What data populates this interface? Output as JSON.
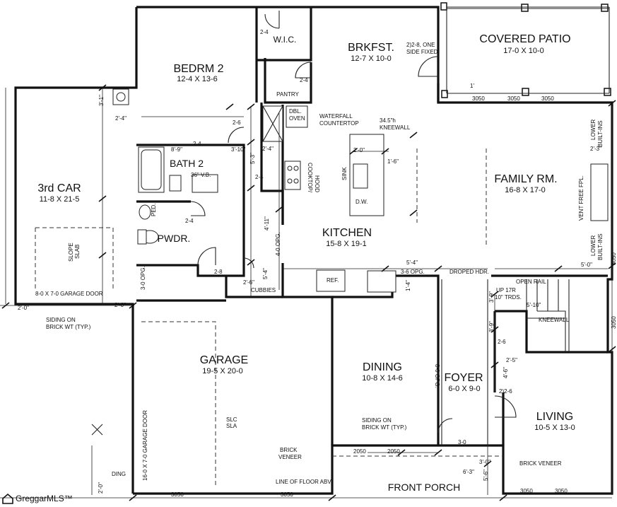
{
  "rooms": {
    "covered_patio": {
      "name": "COVERED PATIO",
      "dims": "17-0 X 10-0"
    },
    "brkfst": {
      "name": "BRKFST.",
      "dims": "12-7 X 10-0"
    },
    "bedrm2": {
      "name": "BEDRM 2",
      "dims": "12-4 X 13-6"
    },
    "wic": {
      "name": "W.I.C."
    },
    "pantry": {
      "name": "PANTRY"
    },
    "bath2": {
      "name": "BATH 2"
    },
    "pwdr": {
      "name": "PWDR."
    },
    "third_car": {
      "name": "3rd CAR",
      "dims": "11-8 X 21-5"
    },
    "family": {
      "name": "FAMILY RM.",
      "dims": "16-8 X 17-0"
    },
    "kitchen": {
      "name": "KITCHEN",
      "dims": "15-8 X 19-1"
    },
    "garage": {
      "name": "GARAGE",
      "dims": "19-5 X 20-0"
    },
    "dining": {
      "name": "DINING",
      "dims": "10-8 X 14-6"
    },
    "foyer": {
      "name": "FOYER",
      "dims": "6-0 X 9-0"
    },
    "living": {
      "name": "LIVING",
      "dims": "10-5 X 13-0"
    },
    "front_porch": {
      "name": "FRONT PORCH"
    }
  },
  "notes": {
    "one_side_fixed_1": "2)2-8, ONE",
    "one_side_fixed_2": "SIDE FIXED",
    "waterfall_1": "WATERFALL",
    "waterfall_2": "COUNTERTOP",
    "kneewall_1": "34.5\"h",
    "kneewall_2": "KNEEWALL",
    "dbl_oven_1": "DBL.",
    "dbl_oven_2": "OVEN",
    "cooktop": "COOKTOP/",
    "hood": "HOOD",
    "sink": "SINK",
    "dw": "D.W.",
    "vb": "36\" V.B.",
    "ped": "PED.",
    "lower_builtins_a_1": "LOWER",
    "lower_builtins_a_2": "BUILT-INS",
    "lower_builtins_b_1": "LOWER",
    "lower_builtins_b_2": "BUILT-INS",
    "vent_free_fpl": "VENT FREE FPL.",
    "slope": "SLOPE",
    "slab": "SLAB",
    "garage_door_3car": "8-0 X 7-0 GARAGE DOOR",
    "garage_door_main": "16-0 X 7-0 GARAGE DOOR",
    "siding_left_1": "SIDING ON",
    "siding_left_2": "BRICK WT (TYP.)",
    "siding_mid_1": "SIDING ON",
    "siding_mid_2": "BRICK WT (TYP.)",
    "brick_veneer_1": "BRICK",
    "brick_veneer_2": "VENEER",
    "brick_veneer_right": "BRICK VENEER",
    "line_of_floor": "LINE OF FLOOR ABV",
    "cubbies": "CUBBIES",
    "ref": "REF.",
    "droped_hdr": "DROPED HDR.",
    "open_rail": "OPEN RAIL",
    "up_trds_1": "UP 17R",
    "up_trds_2": "10\" TRDS.",
    "kneewall_stair": "KNEEWALL",
    "slc": "SLC",
    "sla": "SLA",
    "ding": "DING"
  },
  "dims": {
    "d_2_4_wic": "2-4",
    "d_2_4_pantry": "2-4",
    "d_3_1": "3'-1\"",
    "d_2_4q": "2'-4\"",
    "d_2_6": "2-6",
    "d_3_10": "3'-10\"",
    "d_2_4_bath": "2-4",
    "d_8_9": "8'-9\"",
    "d_2_4r": "2'-4\"",
    "d_5_3": "5'-3\"",
    "d_2_4_k": "2-4",
    "d_2_0_island": "2'-0\"",
    "d_1_6": "1'-6\"",
    "d_2_4_pwdr": "2-4",
    "d_4_11": "4'-11\"",
    "d_4_0": "4-0 OPG.",
    "d_2_8": "2-8",
    "d_2_6r": "2'-6\"",
    "d_5_4": "5'-4\"",
    "d_3_0_opg": "3-0 OPG.",
    "d_5_4_top": "5'-4\"",
    "d_3_6_opg": "3-6 OPG.",
    "d_5_0": "5'-0\"",
    "d_2_3": "2'-3\"",
    "d_1_patio": "1'",
    "d_2_0_left": "2'-0\"",
    "d_2_0_garage": "2'-0\"",
    "d_2_0_bottom": "2'-0\"",
    "d_3_9_a": "3'-9\"",
    "d_3_9_b": "3'-9\"",
    "d_5_10": "5'-10\"",
    "d_2_6_foyer": "2-6",
    "d_2_5": "2'-5\"",
    "d_4_6": "4'-6\"",
    "d_2_2_6": "2)2-6",
    "d_8_0_opg": "8-0 OPG.",
    "d_3_0_front": "3-0",
    "d_3_0_porch": "3'-0\"",
    "d_6_3": "6'-3\"",
    "d_5_6": "5'-6\"",
    "d_1_4": "1'-4\"",
    "w_3050_p1": "3050",
    "w_3050_p2": "3050",
    "w_3050_p3": "3050",
    "w_3050_g": "3050",
    "w_3050_g2": "3050",
    "w_3050_l1": "3050",
    "w_3050_l2": "3050",
    "w_3050_r1": "3050",
    "w_3050_r2": "3050",
    "w_2050_a": "2050",
    "w_2050_b": "2050"
  },
  "logo": {
    "text": "GreggarMLS™"
  }
}
